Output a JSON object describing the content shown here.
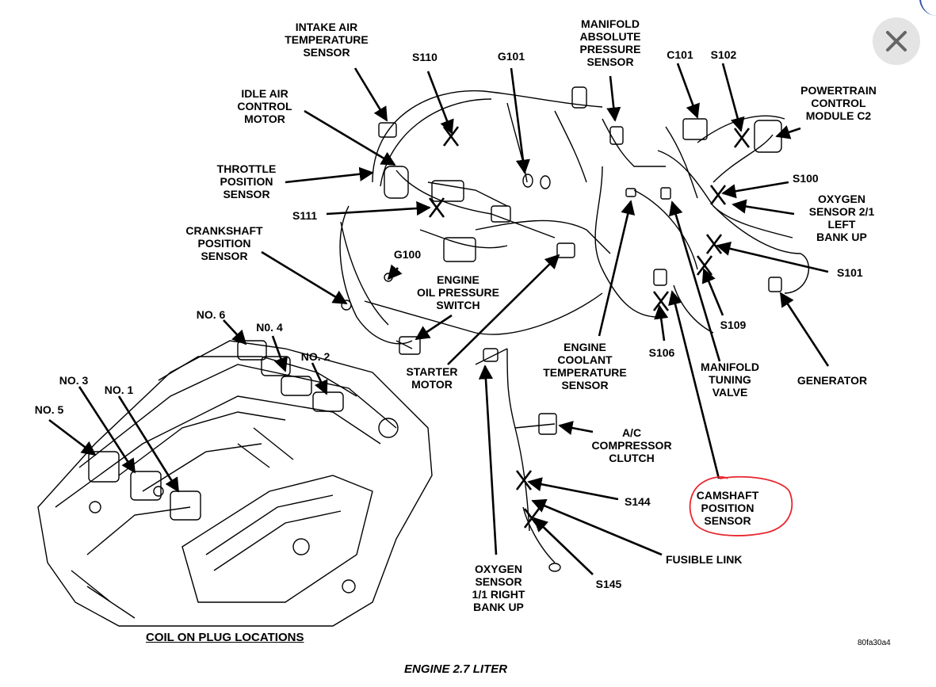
{
  "figure": {
    "caption": "ENGINE 2.7 LITER",
    "figure_id": "80fa30a4",
    "coil_title": "COIL ON PLUG LOCATIONS"
  },
  "labels": {
    "intake_air_temp": [
      "INTAKE AIR",
      "TEMPERATURE",
      "SENSOR"
    ],
    "s110": "S110",
    "g101": "G101",
    "map_sensor": [
      "MANIFOLD",
      "ABSOLUTE",
      "PRESSURE",
      "SENSOR"
    ],
    "c101": "C101",
    "s102": "S102",
    "pcm_c2": [
      "POWERTRAIN",
      "CONTROL",
      "MODULE C2"
    ],
    "idle_air": [
      "IDLE AIR",
      "CONTROL",
      "MOTOR"
    ],
    "throttle_pos": [
      "THROTTLE",
      "POSITION",
      "SENSOR"
    ],
    "s100": "S100",
    "o2_left": [
      "OXYGEN",
      "SENSOR 2/1",
      "LEFT",
      "BANK UP"
    ],
    "s111": "S111",
    "crank_pos": [
      "CRANKSHAFT",
      "POSITION",
      "SENSOR"
    ],
    "g100": "G100",
    "oil_pressure": [
      "ENGINE",
      "OIL PRESSURE",
      "SWITCH"
    ],
    "s101": "S101",
    "no6": "NO. 6",
    "no4": "N0. 4",
    "no2": "NO. 2",
    "no3": "NO. 3",
    "no1": "NO. 1",
    "no5": "NO. 5",
    "s109": "S109",
    "starter": [
      "STARTER",
      "MOTOR"
    ],
    "coolant_temp": [
      "ENGINE",
      "COOLANT",
      "TEMPERATURE",
      "SENSOR"
    ],
    "s106": "S106",
    "manifold_tuning": [
      "MANIFOLD",
      "TUNING",
      "VALVE"
    ],
    "generator": "GENERATOR",
    "ac_clutch": [
      "A/C",
      "COMPRESSOR",
      "CLUTCH"
    ],
    "s144": "S144",
    "cam_pos": [
      "CAMSHAFT",
      "POSITION",
      "SENSOR"
    ],
    "fusible_link": "FUSIBLE LINK",
    "o2_right": [
      "OXYGEN",
      "SENSOR",
      "1/1 RIGHT",
      "BANK UP"
    ],
    "s145": "S145"
  },
  "colors": {
    "ink": "#000000",
    "highlight": "#e8262d",
    "close_bg": "#e4e4e4",
    "close_icon": "#666666"
  },
  "icons": {
    "close": "close-icon"
  }
}
